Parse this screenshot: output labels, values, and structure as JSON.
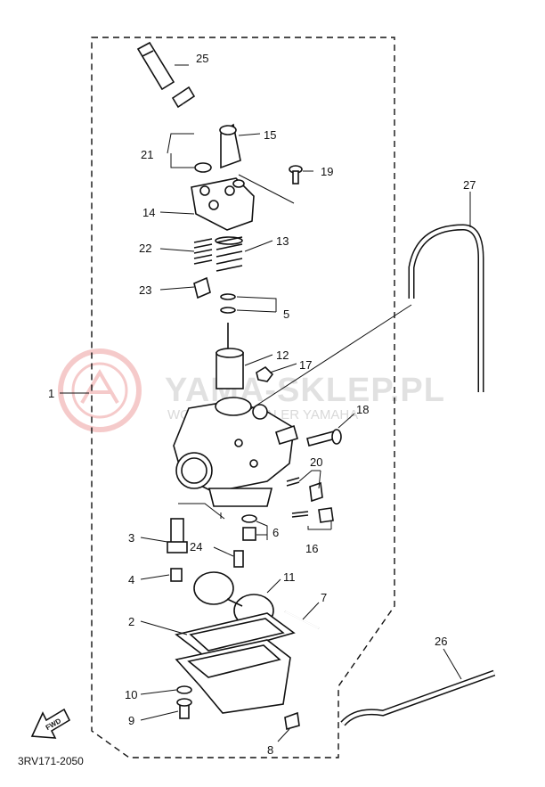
{
  "diagram_code": "3RV171-2050",
  "fwd_label": "FWD",
  "watermark": {
    "title": "YAMA-SKLEP.PL",
    "subtitle": "WOJ  WICZ | DEALER YAMAHA"
  },
  "parts": {
    "p1": "1",
    "p2": "2",
    "p3": "3",
    "p4": "4",
    "p5": "5",
    "p6": "6",
    "p7": "7",
    "p8": "8",
    "p9": "9",
    "p10": "10",
    "p11": "11",
    "p12": "12",
    "p13": "13",
    "p14": "14",
    "p15": "15",
    "p16": "16",
    "p17": "17",
    "p18": "18",
    "p19": "19",
    "p20": "20",
    "p21": "21",
    "p22": "22",
    "p23": "23",
    "p24": "24",
    "p25": "25",
    "p26": "26",
    "p27": "27"
  },
  "colors": {
    "ink": "#111111",
    "watermark": "#e46a6a"
  }
}
